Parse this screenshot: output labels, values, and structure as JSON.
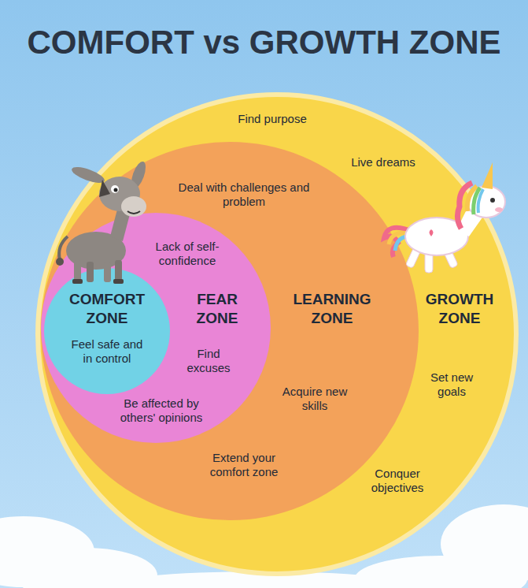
{
  "diagram": {
    "title": "COMFORT vs GROWTH ZONE",
    "nodes": [
      {
        "text": [
          "GROWTH ZONE",
          "Find purpose",
          "Live dreams",
          "Set new goals",
          "Conquer objectives"
        ]
      },
      {
        "text": [
          "LEARNING ZONE",
          "Deal with challenges and problem",
          "Acquire new skills",
          "Extend your comfort zone"
        ],
        "in": 0
      },
      {
        "text": [
          "FEAR ZONE",
          "Lack of self-confidence",
          "Find excuses",
          "Be affected by others' opinions"
        ],
        "in": 1
      },
      {
        "text": [
          "COMFORT ZONE",
          "Feel safe and in control"
        ],
        "in": 2
      }
    ]
  }
}
